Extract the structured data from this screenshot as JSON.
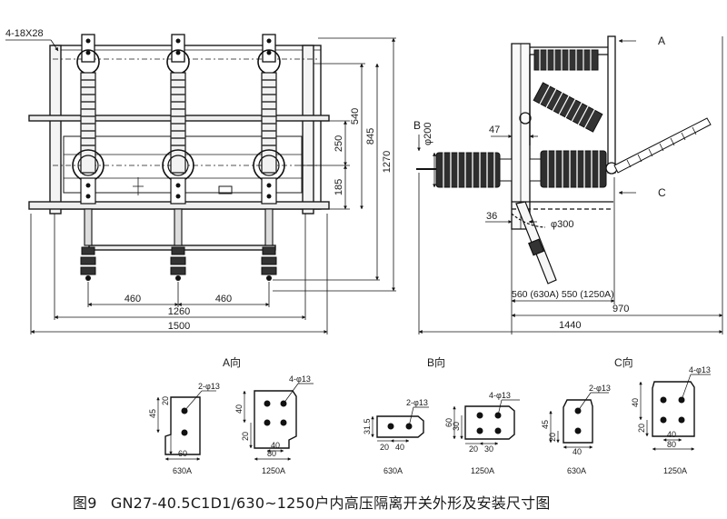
{
  "caption": {
    "figure_label": "图9",
    "title": "GN27-40.5C1D1/630~1250户内高压隔离开关外形及安装尺寸图"
  },
  "front_view": {
    "hole_note": "4-18X28",
    "dim_pole_pitch_left": "460",
    "dim_pole_pitch_right": "460",
    "dim_frame_width": "1260",
    "dim_overall_width": "1500",
    "dim_v_250": "250",
    "dim_v_185": "185",
    "dim_v_540": "540",
    "dim_v_845": "845",
    "dim_v_1270": "1270"
  },
  "side_view": {
    "arrow_a": "A",
    "arrow_b": "B",
    "arrow_c": "C",
    "dia_insulator": "φ200",
    "dim_47": "47",
    "dim_36": "36",
    "radius_300": "φ300",
    "dim_560_550": "560 (630A) 550 (1250A)",
    "dim_970": "970",
    "dim_1440": "1440"
  },
  "details": {
    "a_title": "A向",
    "b_title": "B向",
    "c_title": "C向",
    "a1": {
      "note": "2-φ13",
      "d1": "45",
      "d2": "20",
      "d3": "60",
      "label": "630A"
    },
    "a2": {
      "note": "4-φ13",
      "d1": "40",
      "d2": "20",
      "d3": "40",
      "d4": "80",
      "label": "1250A"
    },
    "b1": {
      "note": "2-φ13",
      "d1": "31.5",
      "d2": "20",
      "d3": "40",
      "label": "630A"
    },
    "b2": {
      "note": "4-φ13",
      "d1": "60",
      "d2": "30",
      "d3": "20",
      "d4": "30",
      "label": "1250A"
    },
    "c1": {
      "note": "2-φ13",
      "d1": "45",
      "d2": "20",
      "d3": "40",
      "label": "630A"
    },
    "c2": {
      "note": "4-φ13",
      "d1": "40",
      "d2": "20",
      "d3": "40",
      "d4": "80",
      "label": "1250A"
    }
  }
}
